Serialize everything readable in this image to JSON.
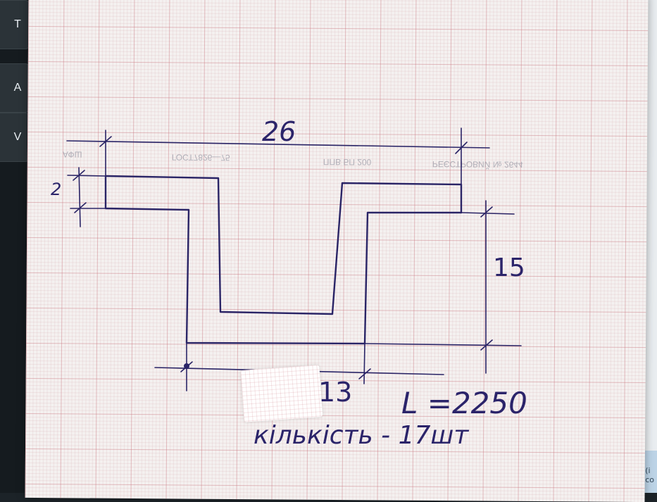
{
  "keyboard": {
    "keys": [
      "T",
      "A",
      "V"
    ]
  },
  "edge": {
    "text": "(i\nco"
  },
  "printed_header": {
    "left": "АФШ",
    "gost": "ГОСТ7826—75",
    "middle": "ППВ БП 200",
    "right": "РЕЄСТРОВИЙ № 2644"
  },
  "drawing": {
    "dimension_top": "26",
    "dimension_left": "2",
    "dimension_right": "15",
    "dimension_bottom": "13",
    "length_label": "L =2250",
    "quantity_label": "кількість - 17шт"
  },
  "colors": {
    "ink": "#2a2466",
    "paper": "#f4f1f0",
    "grid": "#c86e78"
  }
}
